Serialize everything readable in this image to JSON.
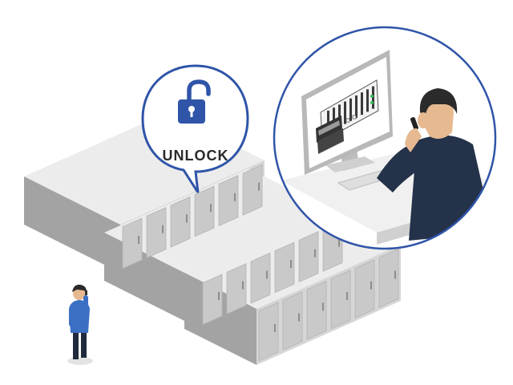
{
  "bubble": {
    "label": "UNLOCK",
    "icon": "unlock-padlock-icon"
  },
  "colors": {
    "accent_blue": "#2f54a8",
    "bubble_border": "#2f54a8",
    "rack_front": "#d4d4d4",
    "rack_side": "#9e9e9e",
    "rack_top": "#e9e9e9",
    "office_circle_border": "#2f54a8",
    "person_shirt": "#3a6fc4",
    "operator_jacket": "#24324a"
  },
  "scene": {
    "rack_rows": 3,
    "inset": "remote-operator-on-phone"
  }
}
